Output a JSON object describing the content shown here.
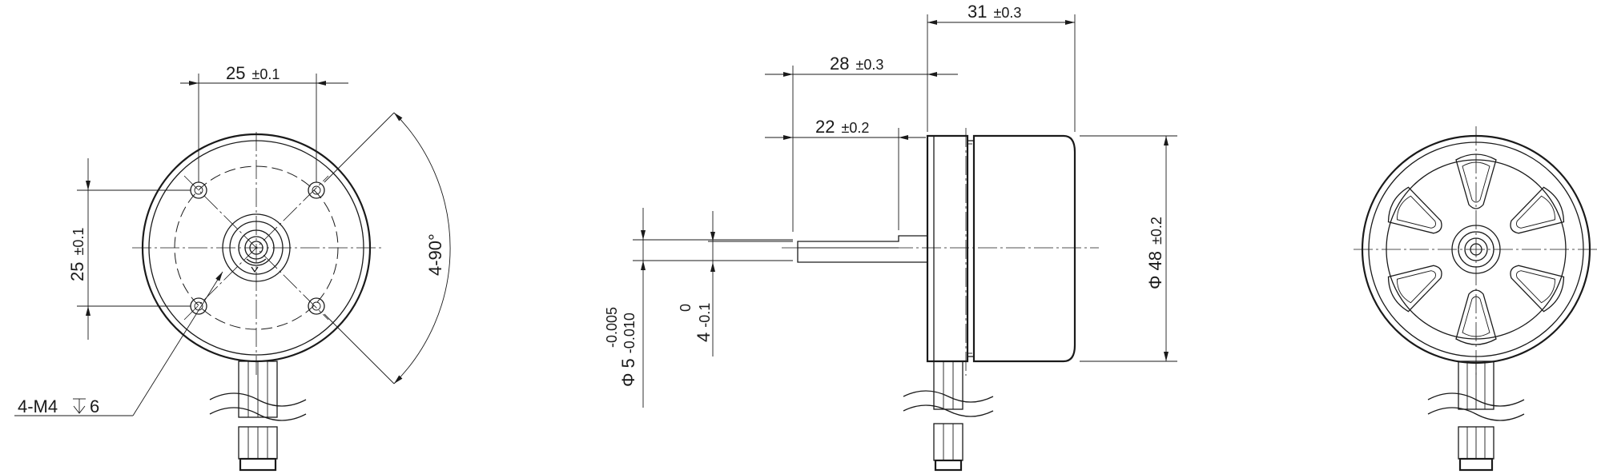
{
  "front_view": {
    "hole_spacing_x": {
      "value": "25",
      "tol": "±0.1"
    },
    "hole_spacing_y": {
      "value": "25",
      "tol": "±0.1"
    },
    "hole_angle": "4-90°",
    "thread_callout": {
      "prefix": "4-M4",
      "depth": "6"
    }
  },
  "side_view": {
    "overall_length": {
      "value": "31",
      "tol": "±0.3"
    },
    "shaft_length_28": {
      "value": "28",
      "tol": "±0.3"
    },
    "shaft_length_22": {
      "value": "22",
      "tol": "±0.2"
    },
    "body_diameter": {
      "value": "48",
      "tol": "±0.2"
    },
    "shaft_diameter": {
      "value": "5",
      "tol_upper": "-0.005",
      "tol_lower": "-0.010"
    },
    "flat_width": {
      "value": "4",
      "tol_upper": "0",
      "tol_lower": "-0.1"
    }
  },
  "symbols": {
    "diameter": "Φ"
  }
}
